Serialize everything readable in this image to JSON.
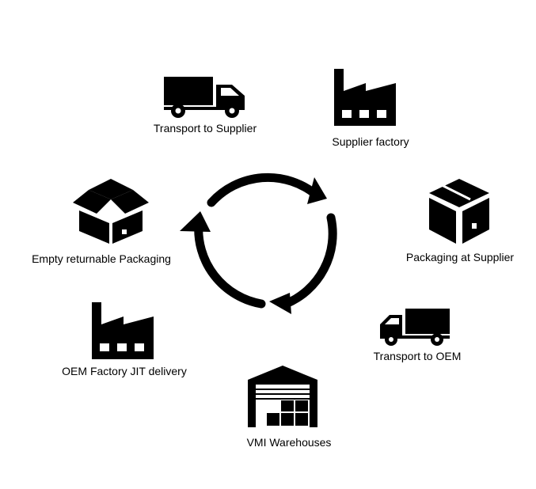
{
  "diagram": {
    "type": "cycle",
    "colors": {
      "ink": "#000000",
      "background": "#ffffff"
    },
    "nodes": [
      {
        "id": "transport-to-supplier",
        "label": "Transport to Supplier",
        "icon": "truck-icon"
      },
      {
        "id": "supplier-factory",
        "label": "Supplier factory",
        "icon": "factory-icon"
      },
      {
        "id": "packaging-at-supplier",
        "label": "Packaging at Supplier",
        "icon": "closed-box-icon"
      },
      {
        "id": "transport-to-oem",
        "label": "Transport to OEM",
        "icon": "truck-icon"
      },
      {
        "id": "vmi-warehouses",
        "label": "VMI Warehouses",
        "icon": "warehouse-icon"
      },
      {
        "id": "oem-factory-jit",
        "label": "OEM Factory JIT delivery",
        "icon": "factory-icon"
      },
      {
        "id": "empty-returnable-packaging",
        "label": "Empty returnable Packaging",
        "icon": "open-box-icon"
      }
    ],
    "center": {
      "icon": "cycle-arrows-icon",
      "direction": "clockwise"
    }
  }
}
